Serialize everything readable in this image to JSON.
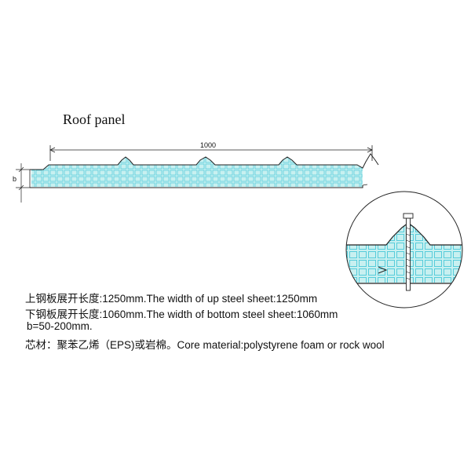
{
  "title": "Roof panel",
  "dimension_width": "1000",
  "dimension_thickness": "b",
  "specs": [
    "上钢板展开长度:1250mm.The width of up steel sheet:1250mm",
    "下钢板展开长度:1060mm.The width of bottom steel sheet:1060mm",
    "b=50-200mm.",
    "芯材：聚苯乙烯（EPS)或岩棉。Core material:polystyrene foam or rock wool"
  ],
  "colors": {
    "foam": "#c8f0f0",
    "foam_grid": "#49c8d8",
    "line": "#222222"
  }
}
